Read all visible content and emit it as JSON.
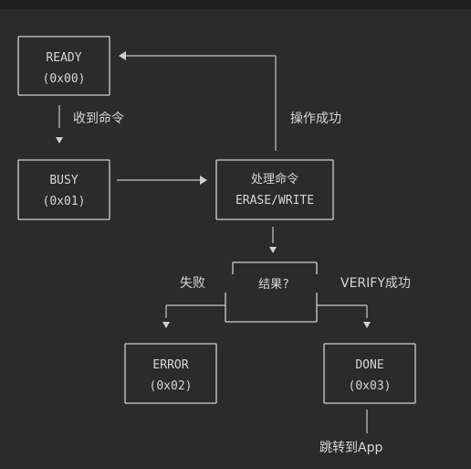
{
  "nodes": {
    "ready": {
      "line1": "READY",
      "line2": "(0x00)"
    },
    "busy": {
      "line1": "BUSY",
      "line2": "(0x01)"
    },
    "process": {
      "line1": "处理命令",
      "line2": "ERASE/WRITE"
    },
    "result": {
      "line1": "结果?"
    },
    "error": {
      "line1": "ERROR",
      "line2": "(0x02)"
    },
    "done": {
      "line1": "DONE",
      "line2": "(0x03)"
    }
  },
  "edges": {
    "receive_command": "收到命令",
    "operation_success": "操作成功",
    "fail": "失败",
    "verify_success": "VERIFY成功",
    "jump_to_app": "跳转到App"
  },
  "colors": {
    "background": "#2b2b2b",
    "line": "#c8c8c8",
    "text": "#d6d6d6"
  }
}
